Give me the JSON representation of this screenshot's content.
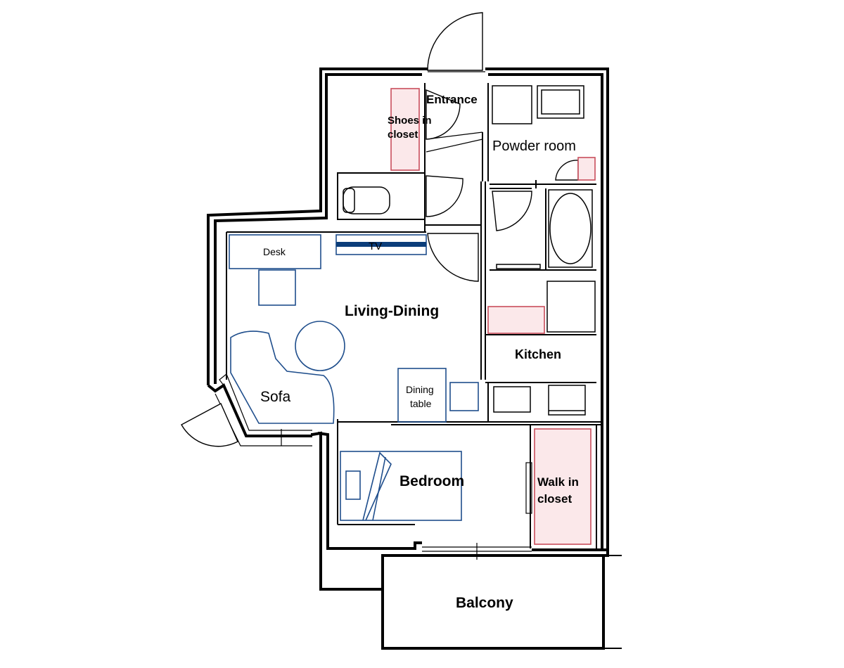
{
  "rooms": {
    "entrance": "Entrance",
    "shoes_closet_line1": "Shoes in",
    "shoes_closet_line2": "closet",
    "powder_room": "Powder room",
    "living_dining": "Living-Dining",
    "kitchen": "Kitchen",
    "bedroom": "Bedroom",
    "walk_in_closet_line1": "Walk in",
    "walk_in_closet_line2": "closet",
    "balcony": "Balcony"
  },
  "furniture": {
    "desk": "Desk",
    "tv": "TV",
    "sofa": "Sofa",
    "dining_table_line1": "Dining",
    "dining_table_line2": "table"
  },
  "colors": {
    "walls": "#000000",
    "furniture": "#1f4e8c",
    "tv_bar": "#0b3d7a",
    "storage_fill": "#fbe8ea",
    "storage_stroke": "#c94e5c"
  }
}
